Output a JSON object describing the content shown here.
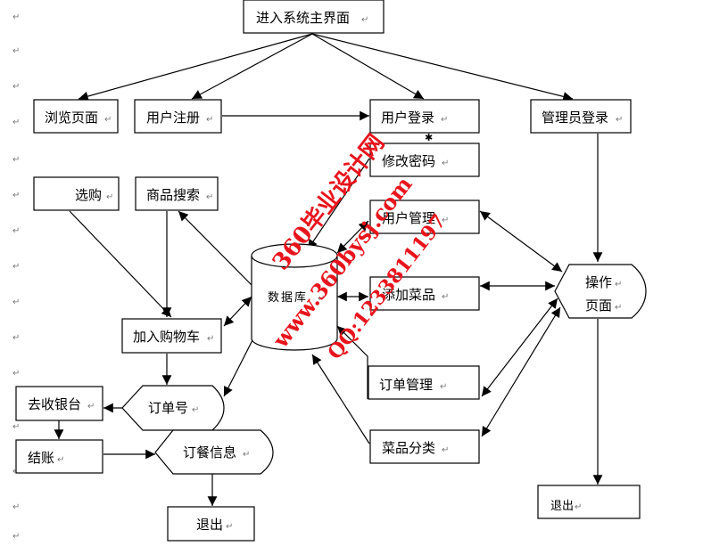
{
  "nodes": {
    "main_entry": "进入系统主界面",
    "browse_page": "浏览页面",
    "user_register": "用户注册",
    "user_login": "用户登录",
    "admin_login": "管理员登录",
    "change_password": "修改密码",
    "select_buy": "选购",
    "product_search": "商品搜索",
    "user_management": "用户管理",
    "add_dishes": "添加菜品",
    "order_management": "订单管理",
    "dish_category": "菜品分类",
    "database": "数据库",
    "operation_page_line1": "操作",
    "operation_page_line2": "页面",
    "add_to_cart": "加入购物车",
    "order_number": "订单号",
    "go_checkout": "去收银台",
    "settle": "结账",
    "order_info": "订餐信息",
    "exit_left": "退出",
    "exit_right": "退出"
  },
  "paragraph_mark": "↵",
  "watermark": {
    "line1": "360毕业设计网",
    "line2": "www.360bysj.com",
    "line3": "QQ:1233811197",
    "color": "#e8141c"
  }
}
